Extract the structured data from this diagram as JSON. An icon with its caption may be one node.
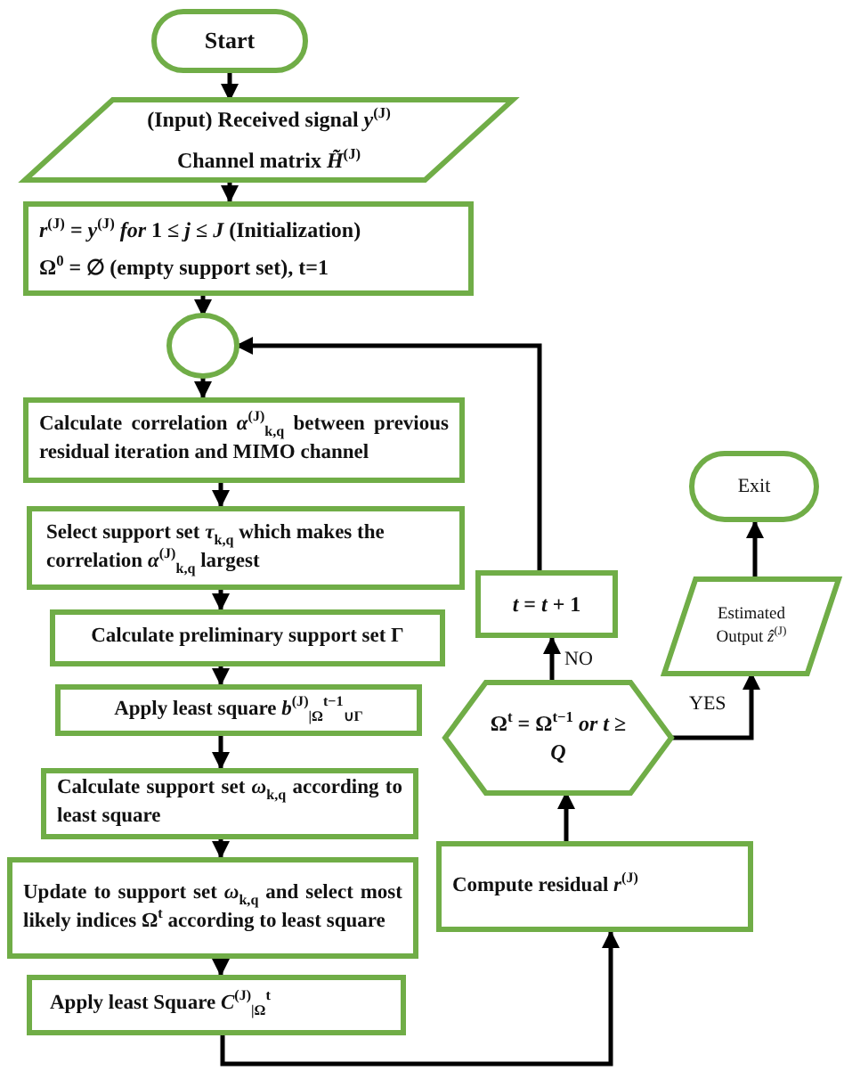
{
  "diagram": {
    "nodes": [
      {
        "text": [
          "Start"
        ]
      },
      {
        "text": [
          "(Input) Received signal *y*$^{(J)}$",
          "Channel matrix *H̃*$^{(J)}$"
        ]
      },
      {
        "text": [
          "*r*$^{(J)}$ = *y*$^{(J)}$ *for* 1 ≤ *j* ≤ *J* (Initialization)",
          "Ω$^{0}$ = ∅ (empty support set), t=1"
        ]
      },
      {
        "text": [],
        "shape": "circle"
      },
      {
        "text": [
          "Calculate correlation *α*$^{(J)}$$_{k,q}$ between previous residual iteration and MIMO channel"
        ]
      },
      {
        "text": [
          "Select support set *τ*$_{k,q}$ which makes the correlation *α*$^{(J)}$$_{k,q}$ largest"
        ]
      },
      {
        "text": [
          "Calculate preliminary support set Γ"
        ]
      },
      {
        "text": [
          "Apply least square *b*$^{(J)}$$_{|Ω}$$^{t−1}$$_{∪Γ}$"
        ]
      },
      {
        "text": [
          "Calculate support set *ω*$_{k,q}$ according to least square"
        ]
      },
      {
        "text": [
          "Update to support set *ω*$_{k,q}$ and select most likely indices Ω$^{t}$ according to least square"
        ]
      },
      {
        "text": [
          "Apply least Square *C*$^{(J)}$$_{|Ω}$$^{t}$"
        ]
      },
      {
        "text": [
          "Compute residual *r*$^{(J)}$"
        ]
      },
      {
        "text": [
          "Ω$^{t}$ = Ω$^{t−1}$ *or t* ≥ *Q*"
        ]
      },
      {
        "text": [
          "*t* = *t* + 1"
        ]
      },
      {
        "text": [
          "Estimated Output *ẑ*$^{(J)}$"
        ]
      },
      {
        "text": [
          "Exit"
        ]
      }
    ],
    "edges": [
      {
        "from": 0,
        "to": 1,
        "arrow": "to"
      },
      {
        "from": 1,
        "to": 2,
        "arrow": "to"
      },
      {
        "from": 2,
        "to": 3,
        "arrow": "to"
      },
      {
        "from": 3,
        "to": 4,
        "arrow": "to"
      },
      {
        "from": 4,
        "to": 5,
        "arrow": "to"
      },
      {
        "from": 5,
        "to": 6,
        "arrow": "to"
      },
      {
        "from": 6,
        "to": 7,
        "arrow": "to"
      },
      {
        "from": 7,
        "to": 8,
        "arrow": "to"
      },
      {
        "from": 8,
        "to": 9,
        "arrow": "to"
      },
      {
        "from": 9,
        "to": 10,
        "arrow": "to"
      },
      {
        "from": 10,
        "to": 11,
        "arrow": "to"
      },
      {
        "from": 11,
        "to": 12,
        "arrow": "to"
      },
      {
        "from": 12,
        "to": 13,
        "arrow": "to",
        "label": "NO"
      },
      {
        "from": 12,
        "to": 14,
        "arrow": "to",
        "label": "YES"
      },
      {
        "from": 14,
        "to": 15,
        "arrow": "to"
      },
      {
        "from": 13,
        "to": 3,
        "arrow": "to"
      }
    ]
  }
}
